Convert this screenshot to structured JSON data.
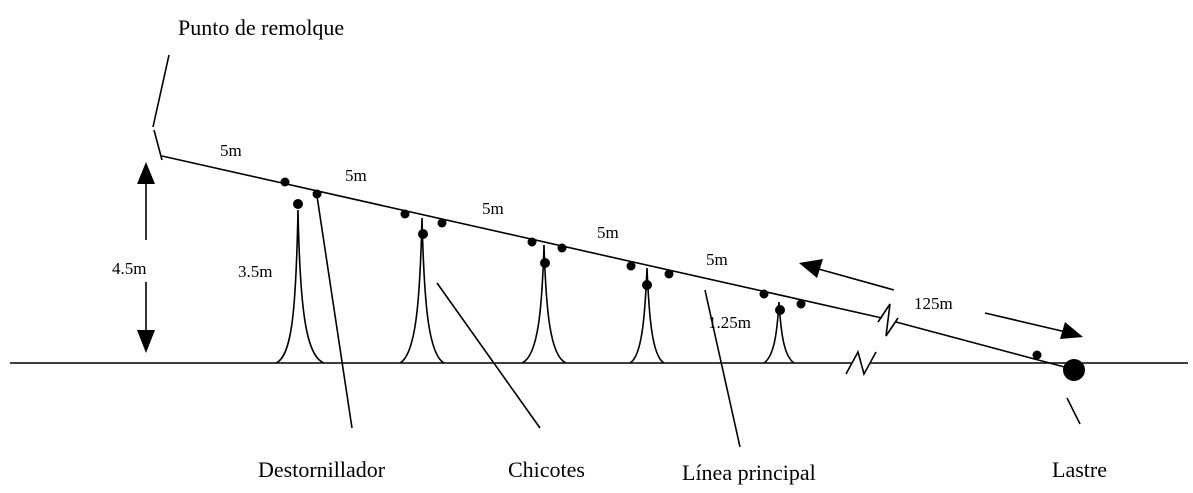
{
  "labels": {
    "tow_point": "Punto de remolque",
    "screwdriver": "Destornillador",
    "snoods": "Chicotes",
    "main_line": "Línea principal",
    "ballast": "Lastre"
  },
  "dimensions": {
    "height_total": "4.5m",
    "segment_1": "5m",
    "segment_2": "5m",
    "segment_3": "5m",
    "segment_4": "5m",
    "segment_5": "5m",
    "snood_first": "3.5m",
    "snood_last": "1.25m",
    "tail_length": "125m"
  }
}
